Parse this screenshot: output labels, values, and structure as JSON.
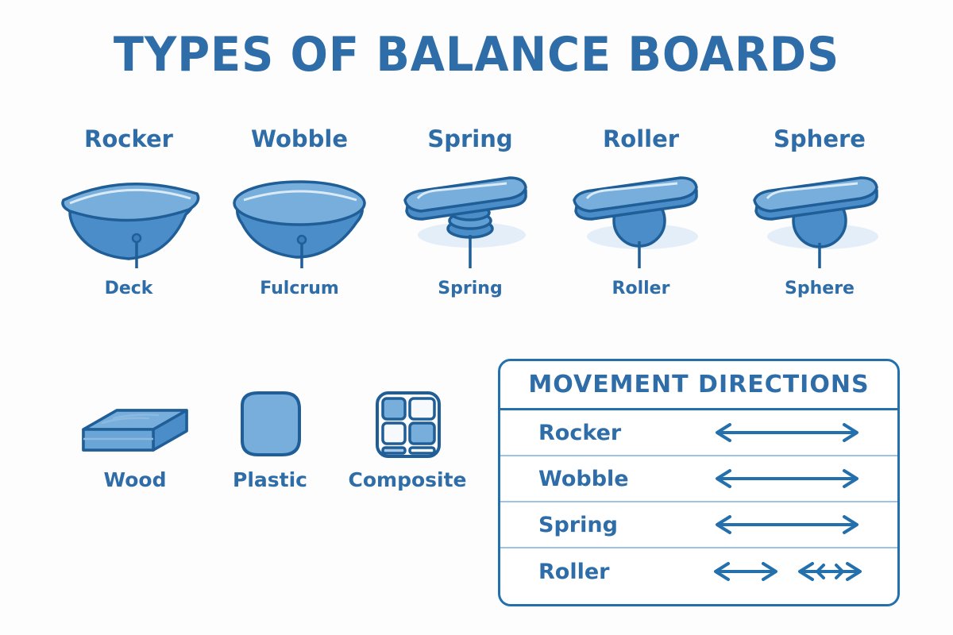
{
  "title": "TYPES OF BALANCE BOARDS",
  "colors": {
    "background": "#fdfdfe",
    "title_blue": "#2e6da8",
    "outline_blue": "#1f5e96",
    "deck_fill": "#77aedc",
    "deck_fill_dark": "#4a8dc8",
    "divider_light": "#9dc3e6",
    "border_blue": "#2470ad",
    "shadow": "#dfeaf6"
  },
  "boards": [
    {
      "name": "Rocker",
      "part": "Deck",
      "art": "rocker-board"
    },
    {
      "name": "Wobble",
      "part": "Fulcrum",
      "art": "wobble-board"
    },
    {
      "name": "Spring",
      "part": "Spring",
      "art": "spring-board"
    },
    {
      "name": "Roller",
      "part": "Roller",
      "art": "roller-board"
    },
    {
      "name": "Sphere",
      "part": "Sphere",
      "art": "sphere-board"
    }
  ],
  "materials": [
    {
      "name": "Wood",
      "art": "wood-plank-icon"
    },
    {
      "name": "Plastic",
      "art": "plastic-shape-icon"
    },
    {
      "name": "Composite",
      "art": "composite-grid-icon"
    }
  ],
  "movement_panel": {
    "header": "MOVEMENT DIRECTIONS",
    "rows": [
      {
        "label": "Rocker",
        "arrows": [
          "double-headed-arrow"
        ]
      },
      {
        "label": "Wobble",
        "arrows": [
          "double-headed-arrow"
        ]
      },
      {
        "label": "Spring",
        "arrows": [
          "double-headed-arrow"
        ]
      },
      {
        "label": "Roller",
        "arrows": [
          "double-headed-arrow",
          "double-headed-arrow-with-center-tick"
        ]
      }
    ]
  }
}
